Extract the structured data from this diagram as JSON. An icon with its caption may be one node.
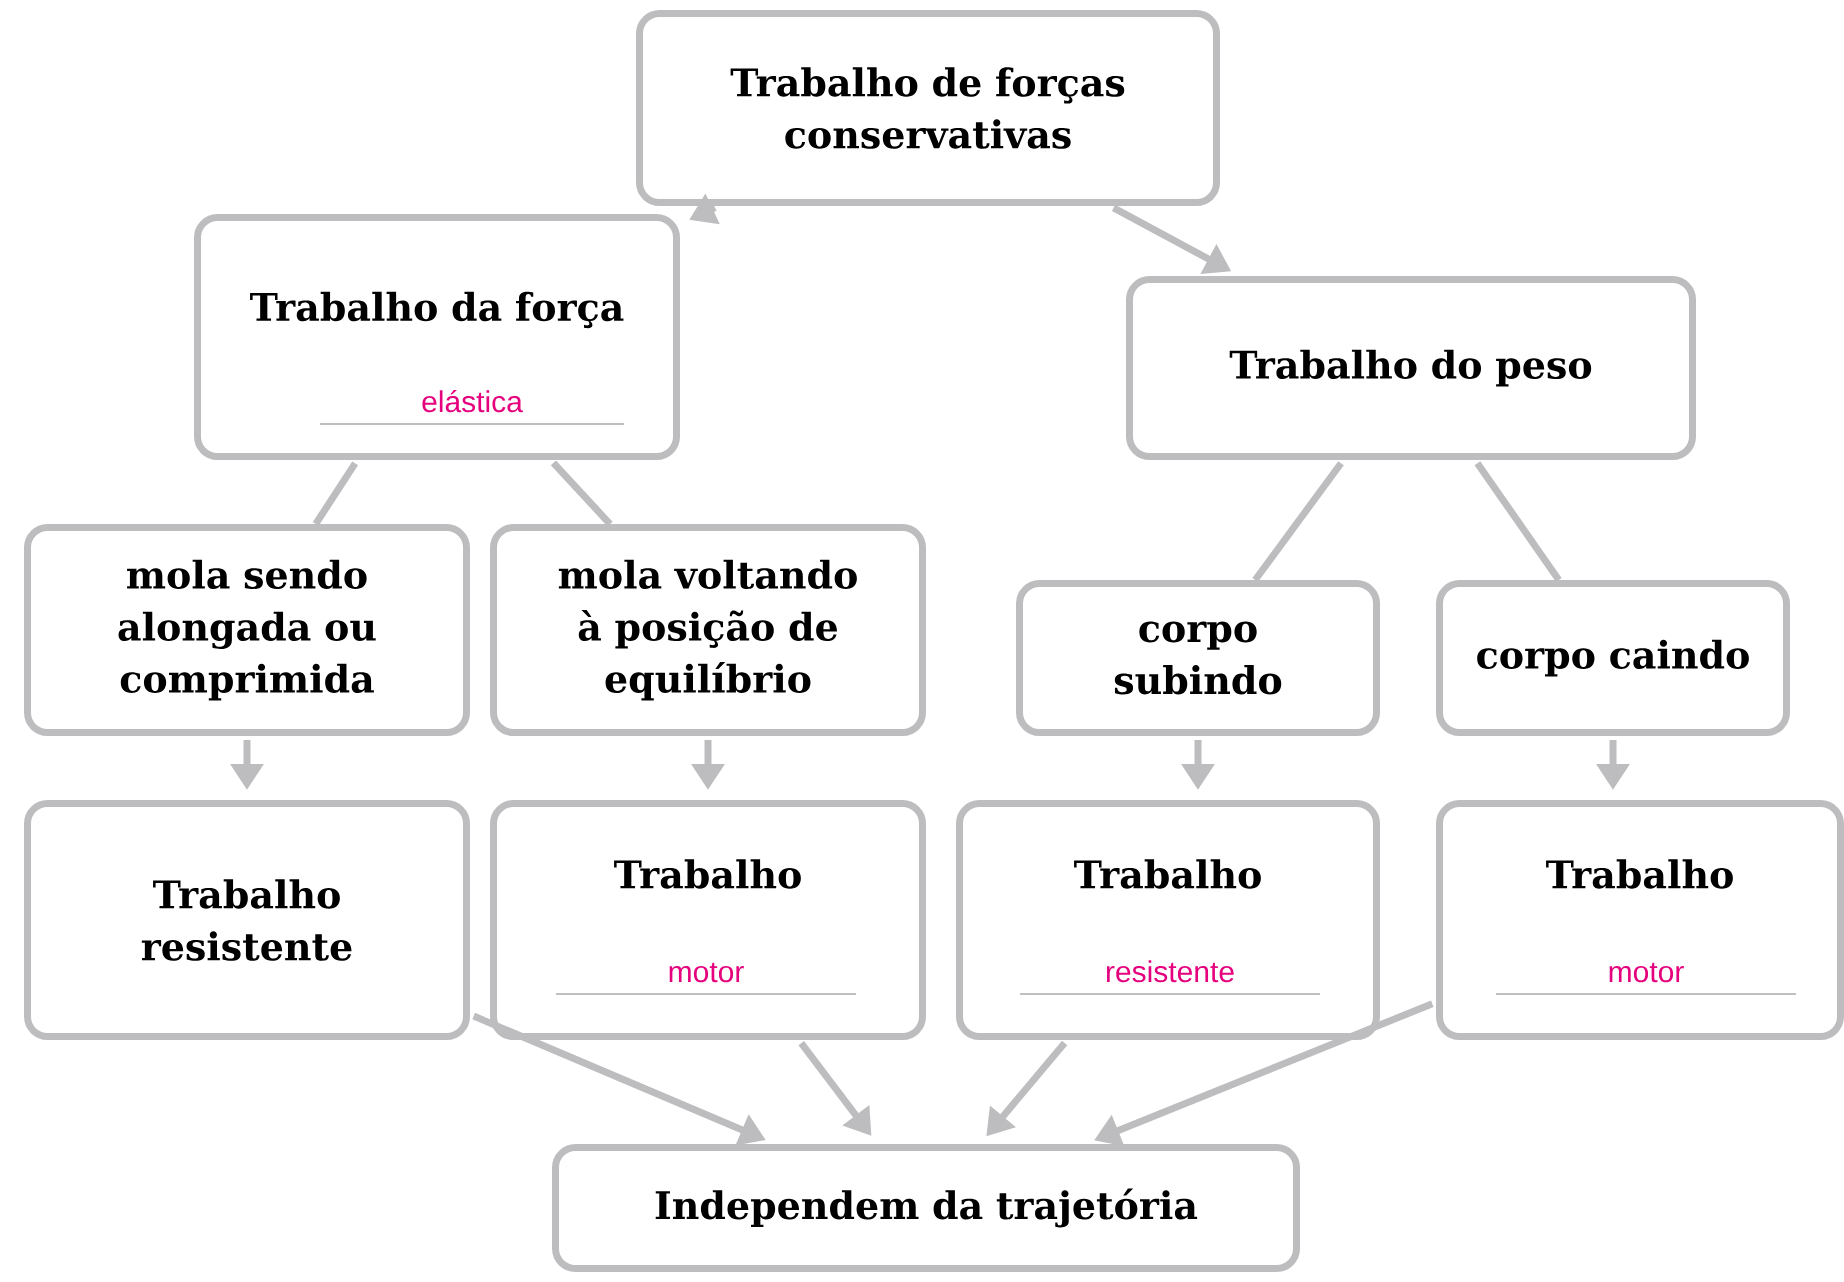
{
  "diagram": {
    "nodes": [
      {
        "text": [
          "Trabalho de forças conservativas"
        ]
      },
      {
        "text": [
          "Trabalho da força",
          "elástica"
        ]
      },
      {
        "text": [
          "Trabalho do peso"
        ]
      },
      {
        "text": [
          "mola sendo alongada ou comprimida"
        ]
      },
      {
        "text": [
          "mola voltando à posição de equilíbrio"
        ]
      },
      {
        "text": [
          "corpo subindo"
        ]
      },
      {
        "text": [
          "corpo caindo"
        ]
      },
      {
        "text": [
          "Trabalho resistente"
        ]
      },
      {
        "text": [
          "Trabalho",
          "motor"
        ]
      },
      {
        "text": [
          "Trabalho",
          "resistente"
        ]
      },
      {
        "text": [
          "Trabalho",
          "motor"
        ]
      },
      {
        "text": [
          "Independem da trajetória"
        ]
      }
    ],
    "edges": [
      {
        "from": 0,
        "to": 1,
        "arrow": "to"
      },
      {
        "from": 0,
        "to": 2,
        "arrow": "to"
      },
      {
        "from": 1,
        "to": 3,
        "arrow": "none"
      },
      {
        "from": 1,
        "to": 4,
        "arrow": "none"
      },
      {
        "from": 2,
        "to": 5,
        "arrow": "none"
      },
      {
        "from": 2,
        "to": 6,
        "arrow": "none"
      },
      {
        "from": 3,
        "to": 7,
        "arrow": "to"
      },
      {
        "from": 4,
        "to": 8,
        "arrow": "to"
      },
      {
        "from": 5,
        "to": 9,
        "arrow": "to"
      },
      {
        "from": 6,
        "to": 10,
        "arrow": "to"
      },
      {
        "from": 7,
        "to": 11,
        "arrow": "to"
      },
      {
        "from": 8,
        "to": 11,
        "arrow": "to"
      },
      {
        "from": 9,
        "to": 11,
        "arrow": "to"
      },
      {
        "from": 10,
        "to": 11,
        "arrow": "to"
      }
    ]
  }
}
